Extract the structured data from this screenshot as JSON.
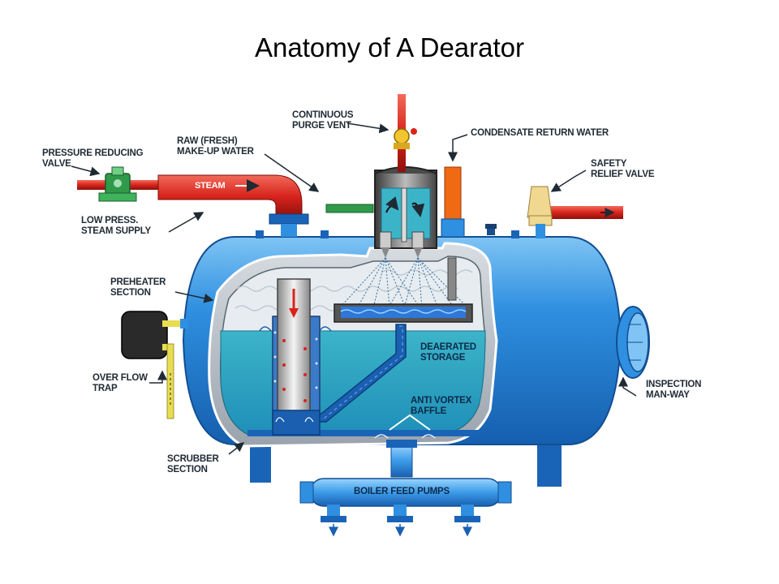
{
  "title": "Anatomy of A Dearator",
  "labels": {
    "purge_vent": [
      "CONTINUOUS",
      "PURGE VENT"
    ],
    "condensate": "CONDENSATE RETURN WATER",
    "raw_water": [
      "RAW (FRESH)",
      "MAKE-UP WATER"
    ],
    "pressure_valve": [
      "PRESSURE REDUCING",
      "VALVE"
    ],
    "safety_valve": [
      "SAFETY",
      "RELIEF VALVE"
    ],
    "low_press": [
      "LOW PRESS.",
      "STEAM SUPPLY"
    ],
    "steam": "STEAM",
    "preheater": [
      "PREHEATER",
      "SECTION"
    ],
    "deaerated": [
      "DEAERATED",
      "STORAGE"
    ],
    "overflow": [
      "OVER FLOW",
      "TRAP"
    ],
    "anti_vortex": [
      "ANTI VORTEX",
      "BAFFLE"
    ],
    "inspection": [
      "INSPECTION",
      "MAN-WAY"
    ],
    "scrubber": [
      "SCRUBBER",
      "SECTION"
    ],
    "boiler_pumps": "BOILER FEED PUMPS"
  },
  "colors": {
    "tank": "#2f8fe0",
    "tank_dark": "#1a64b8",
    "water": "#23a6c4",
    "steam_pipe": "#d8241c",
    "valve_green": "#2f9a4a",
    "condensate": "#f06a14",
    "relief_valve": "#f0d890",
    "overflow_pipe": "#e8dc50"
  }
}
